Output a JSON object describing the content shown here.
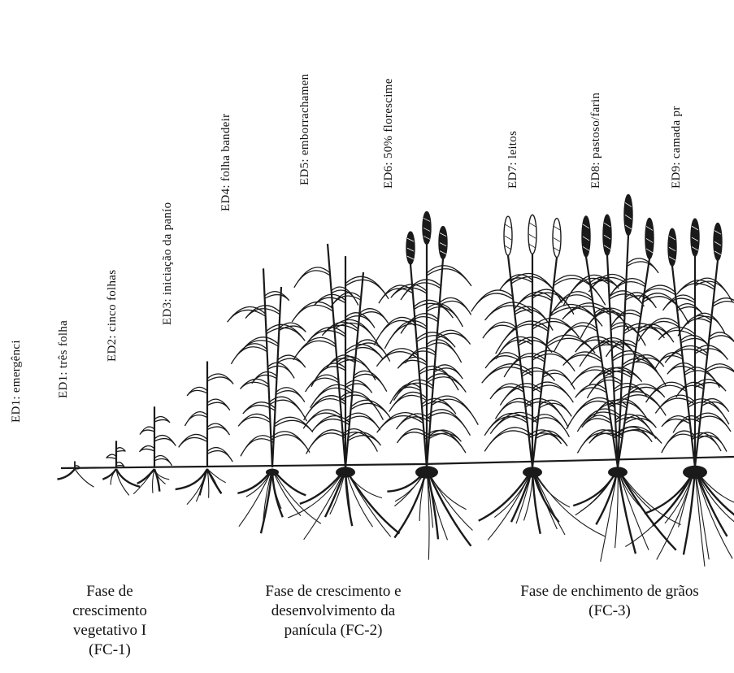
{
  "stages": [
    {
      "code": "ED1",
      "label": "ED1: emergênci"
    },
    {
      "code": "ED1",
      "label": "ED1: três folha"
    },
    {
      "code": "ED2",
      "label": "ED2: cinco folhas"
    },
    {
      "code": "ED3",
      "label": "ED3: iniciação da panío"
    },
    {
      "code": "ED4",
      "label": "ED4: folha bandeir"
    },
    {
      "code": "ED5",
      "label": "ED5: emborrachamen"
    },
    {
      "code": "ED6",
      "label": "ED6: 50% florescime"
    },
    {
      "code": "ED7",
      "label": "ED7: leitos"
    },
    {
      "code": "ED8",
      "label": "ED8: pastoso/farin"
    },
    {
      "code": "ED9",
      "label": "ED9: camada pr"
    }
  ],
  "phases": [
    {
      "lines": [
        "Fase de",
        "crescimento",
        "vegetativo I",
        "(FC-1)"
      ]
    },
    {
      "lines": [
        "Fase de crescimento e",
        "desenvolvimento da",
        "panícula (FC-2)"
      ]
    },
    {
      "lines": [
        "Fase de enchimento de grãos",
        "(FC-3)"
      ]
    }
  ],
  "colors": {
    "ink": "#1a1a1a",
    "background": "#ffffff"
  }
}
